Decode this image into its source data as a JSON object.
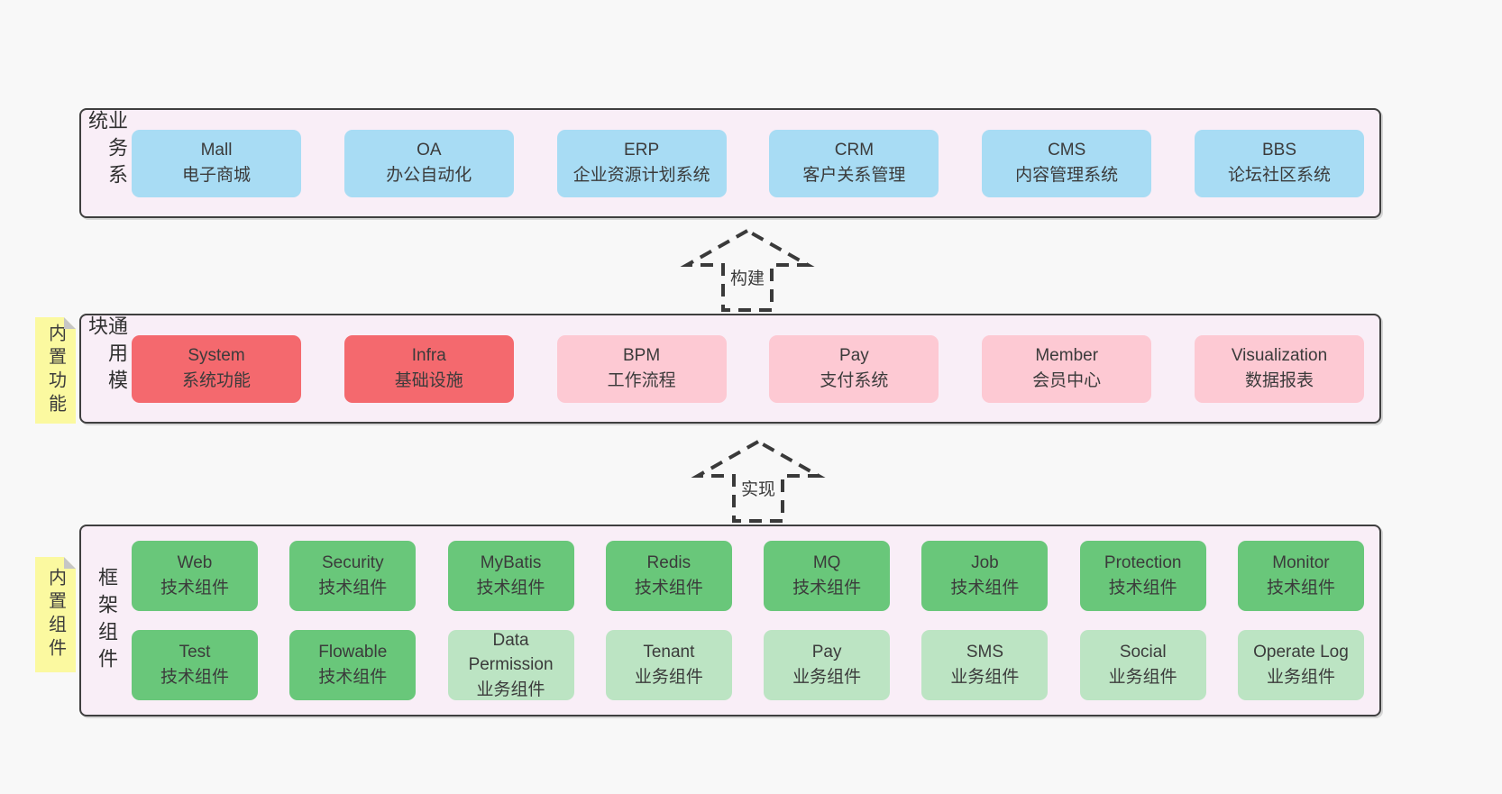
{
  "diagram": {
    "layers": [
      {
        "label": "业务系统",
        "note": "",
        "rows": [
          [
            {
              "title": "Mall",
              "subtitle": "电子商城",
              "variant": "blue"
            },
            {
              "title": "OA",
              "subtitle": "办公自动化",
              "variant": "blue"
            },
            {
              "title": "ERP",
              "subtitle": "企业资源计划系统",
              "variant": "blue"
            },
            {
              "title": "CRM",
              "subtitle": "客户关系管理",
              "variant": "blue"
            },
            {
              "title": "CMS",
              "subtitle": "内容管理系统",
              "variant": "blue"
            },
            {
              "title": "BBS",
              "subtitle": "论坛社区系统",
              "variant": "blue"
            }
          ]
        ]
      },
      {
        "label": "通用模块",
        "note": "内置功能",
        "rows": [
          [
            {
              "title": "System",
              "subtitle": "系统功能",
              "variant": "red"
            },
            {
              "title": "Infra",
              "subtitle": "基础设施",
              "variant": "red"
            },
            {
              "title": "BPM",
              "subtitle": "工作流程",
              "variant": "pink"
            },
            {
              "title": "Pay",
              "subtitle": "支付系统",
              "variant": "pink"
            },
            {
              "title": "Member",
              "subtitle": "会员中心",
              "variant": "pink"
            },
            {
              "title": "Visualization",
              "subtitle": "数据报表",
              "variant": "pink"
            }
          ]
        ]
      },
      {
        "label": "框架组件",
        "note": "内置组件",
        "rows": [
          [
            {
              "title": "Web",
              "subtitle": "技术组件",
              "variant": "green"
            },
            {
              "title": "Security",
              "subtitle": "技术组件",
              "variant": "green"
            },
            {
              "title": "MyBatis",
              "subtitle": "技术组件",
              "variant": "green"
            },
            {
              "title": "Redis",
              "subtitle": "技术组件",
              "variant": "green"
            },
            {
              "title": "MQ",
              "subtitle": "技术组件",
              "variant": "green"
            },
            {
              "title": "Job",
              "subtitle": "技术组件",
              "variant": "green"
            },
            {
              "title": "Protection",
              "subtitle": "技术组件",
              "variant": "green"
            },
            {
              "title": "Monitor",
              "subtitle": "技术组件",
              "variant": "green"
            }
          ],
          [
            {
              "title": "Test",
              "subtitle": "技术组件",
              "variant": "green"
            },
            {
              "title": "Flowable",
              "subtitle": "技术组件",
              "variant": "green"
            },
            {
              "title": "Data Permission",
              "subtitle": "业务组件",
              "variant": "lightgreen"
            },
            {
              "title": "Tenant",
              "subtitle": "业务组件",
              "variant": "lightgreen"
            },
            {
              "title": "Pay",
              "subtitle": "业务组件",
              "variant": "lightgreen"
            },
            {
              "title": "SMS",
              "subtitle": "业务组件",
              "variant": "lightgreen"
            },
            {
              "title": "Social",
              "subtitle": "业务组件",
              "variant": "lightgreen"
            },
            {
              "title": "Operate Log",
              "subtitle": "业务组件",
              "variant": "lightgreen"
            }
          ]
        ]
      }
    ],
    "arrows": [
      {
        "label": "构建"
      },
      {
        "label": "实现"
      }
    ],
    "colors": {
      "blue": "#a8dcf4",
      "red": "#f4696e",
      "pink": "#fdc9d3",
      "green": "#69c77a",
      "lightgreen": "#bce4c3",
      "note_bg": "#fbf9a0",
      "layer_bg": "#f9eef7",
      "border": "#3f3f3f",
      "arrow": "#3a3a3a"
    }
  }
}
